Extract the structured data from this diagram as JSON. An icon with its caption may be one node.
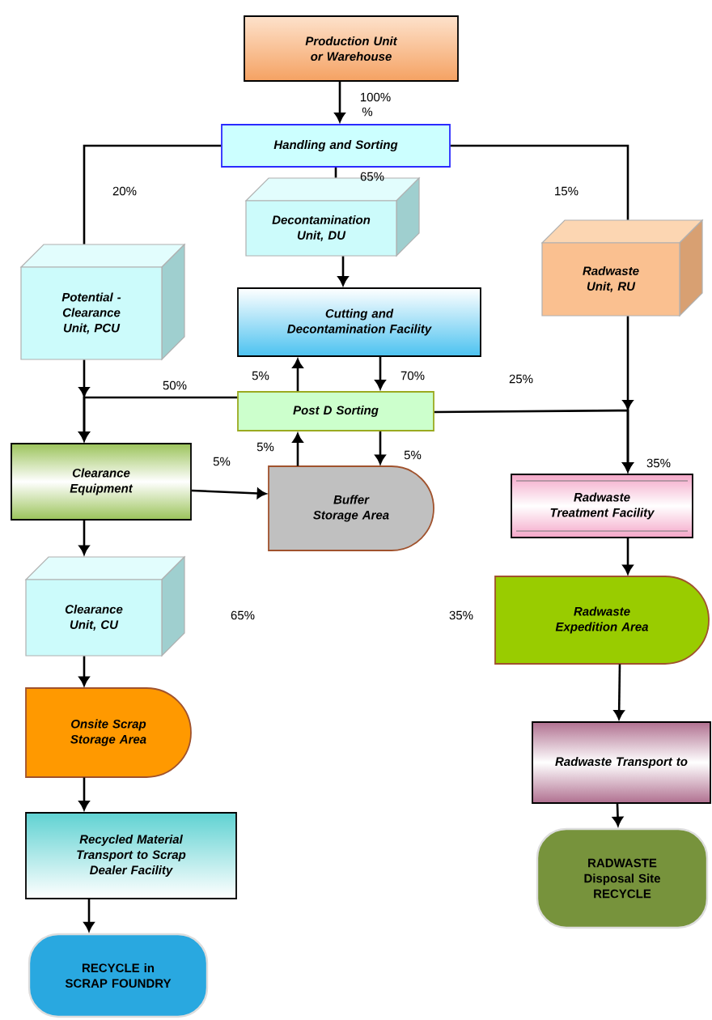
{
  "diagram": {
    "nodes": [
      {
        "text": [
          "Production Unit or Warehouse"
        ]
      },
      {
        "text": [
          "Handling and Sorting"
        ]
      },
      {
        "text": [
          "Potential - Clearance Unit, PCU"
        ]
      },
      {
        "text": [
          "Decontamination Unit, DU"
        ]
      },
      {
        "text": [
          "Radwaste Unit, RU"
        ]
      },
      {
        "text": [
          "Cutting and Decontamination Facility"
        ]
      },
      {
        "text": [
          "Post D Sorting"
        ]
      },
      {
        "text": [
          "Clearance Equipment"
        ]
      },
      {
        "text": [
          "Buffer Storage Area"
        ]
      },
      {
        "text": [
          "Radwaste Treatment Facility"
        ]
      },
      {
        "text": [
          "Clearance Unit, CU"
        ]
      },
      {
        "text": [
          "Radwaste Expedition Area"
        ]
      },
      {
        "text": [
          "Onsite Scrap Storage Area"
        ]
      },
      {
        "text": [
          "Radwaste Transport to"
        ]
      },
      {
        "text": [
          "Recycled Material Transport to Scrap Dealer Facility"
        ]
      },
      {
        "text": [
          "RECYCLE in SCRAP FOUNDRY"
        ]
      },
      {
        "text": [
          "RADWASTE Disposal Site RECYCLE"
        ]
      }
    ],
    "edges": [
      {
        "from": 0,
        "to": 1,
        "arrow": "to",
        "label": "100%"
      },
      {
        "from": 1,
        "to": 2,
        "arrow": "none",
        "label": "20%"
      },
      {
        "from": 1,
        "to": 3,
        "arrow": "none",
        "label": "65%"
      },
      {
        "from": 1,
        "to": 4,
        "arrow": "none",
        "label": "15%"
      },
      {
        "from": 3,
        "to": 5,
        "arrow": "to"
      },
      {
        "from": 6,
        "to": 5,
        "arrow": "to",
        "label": "5%"
      },
      {
        "from": 5,
        "to": 6,
        "arrow": "to",
        "label": "70%"
      },
      {
        "from": 2,
        "to": 7,
        "arrow": "to"
      },
      {
        "from": 6,
        "to": 7,
        "arrow": "to",
        "label": "50%"
      },
      {
        "from": 6,
        "to": 9,
        "arrow": "to",
        "label": "25%"
      },
      {
        "from": 4,
        "to": 9,
        "arrow": "to",
        "label": "35%"
      },
      {
        "from": 7,
        "to": 8,
        "arrow": "to",
        "label": "5%"
      },
      {
        "from": 6,
        "to": 8,
        "arrow": "to",
        "label": "5%"
      },
      {
        "from": 8,
        "to": 6,
        "arrow": "to",
        "label": "5%"
      },
      {
        "from": 7,
        "to": 10,
        "arrow": "to"
      },
      {
        "from": 10,
        "to": 12,
        "arrow": "to"
      },
      {
        "from": 12,
        "to": 14,
        "arrow": "to"
      },
      {
        "from": 14,
        "to": 15,
        "arrow": "to"
      },
      {
        "from": 9,
        "to": 11,
        "arrow": "to"
      },
      {
        "from": 11,
        "to": 13,
        "arrow": "to"
      },
      {
        "from": 13,
        "to": 16,
        "arrow": "to"
      }
    ],
    "labels": [
      "%",
      "65%",
      "35%"
    ]
  }
}
